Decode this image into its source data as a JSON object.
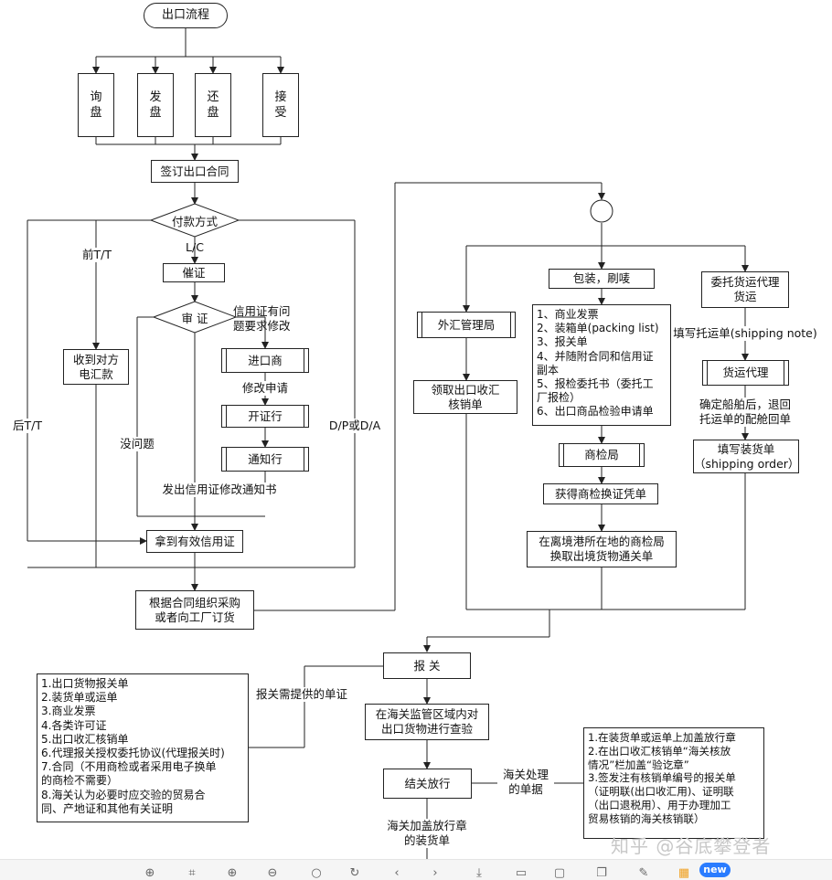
{
  "start": "出口流程",
  "steps": {
    "inquiry": "询\n盘",
    "offer": "发\n盘",
    "counter": "还\n盘",
    "accept": "接\n受",
    "sign": "签订出口合同",
    "payment": "付款方式",
    "urge": "催证",
    "review": "审  证",
    "importer": "进口商",
    "issuing_bank": "开证行",
    "advising_bank": "通知行",
    "valid_lc": "拿到有效信用证",
    "receive_tt": "收到对方\n电汇款",
    "purchase": "根据合同组织采购\n或者向工厂订货",
    "forex": "外汇管理局",
    "get_verification": "领取出口收汇\n核销单",
    "packing": "包装，刷唛",
    "inspection_bureau": "商检局",
    "inspection_cert": "获得商检换证凭单",
    "exchange_pass": "在离境港所在地的商检局\n换取出境货物通关单",
    "forwarder_agent": "委托货运代理\n货运",
    "forwarder": "货运代理",
    "shipping_order": "填写装货单\n（shipping order）",
    "declare": "报  关",
    "inspect": "在海关监管区域内对\n出口货物进行查验",
    "release": "结关放行"
  },
  "labels": {
    "pre_tt": "前T/T",
    "lc": "L/C",
    "post_tt": "后T/T",
    "dp_da": "D/P或D/A",
    "lc_problem": "信用证有问\n题要求修改",
    "modify_request": "修改申请",
    "no_problem": "没问题",
    "notice": "发出信用证修改通知书",
    "shipping_note": "填写托运单(shipping note)",
    "booking": "确定船舶后，退回\n托运单的配舱回单",
    "declare_docs": "报关需提供的单证",
    "customs_docs": "海关处理\n的单据",
    "stamped_order": "海关加盖放行章\n的装货单"
  },
  "lists": {
    "inspection_docs": "1、商业发票\n2、装箱单(packing list)\n3、报关单\n4、并随附合同和信用证\n副本\n5、报检委托书（委托工\n厂报检）\n6、出口商品检验申请单",
    "declare_docs": "1.出口货物报关单\n2.装货单或运单\n3.商业发票\n4.各类许可证\n5.出口收汇核销单\n6.代理报关授权委托协议(代理报关时)\n7.合同（不用商检或者采用电子换单\n的商检不需要）\n8.海关认为必要时应交验的贸易合\n同、产地证和其他有关证明",
    "customs_actions": "1.在装货单或运单上加盖放行章\n2.在出口收汇核销单“海关核放\n情况”栏加盖“验讫章”\n3.签发注有核销单编号的报关单\n（证明联(出口收汇用)、证明联\n（出口退税用）、用于办理加工\n贸易核销的海关核销联）"
  },
  "watermark": "知乎 @谷底攀登者",
  "badge": "new"
}
